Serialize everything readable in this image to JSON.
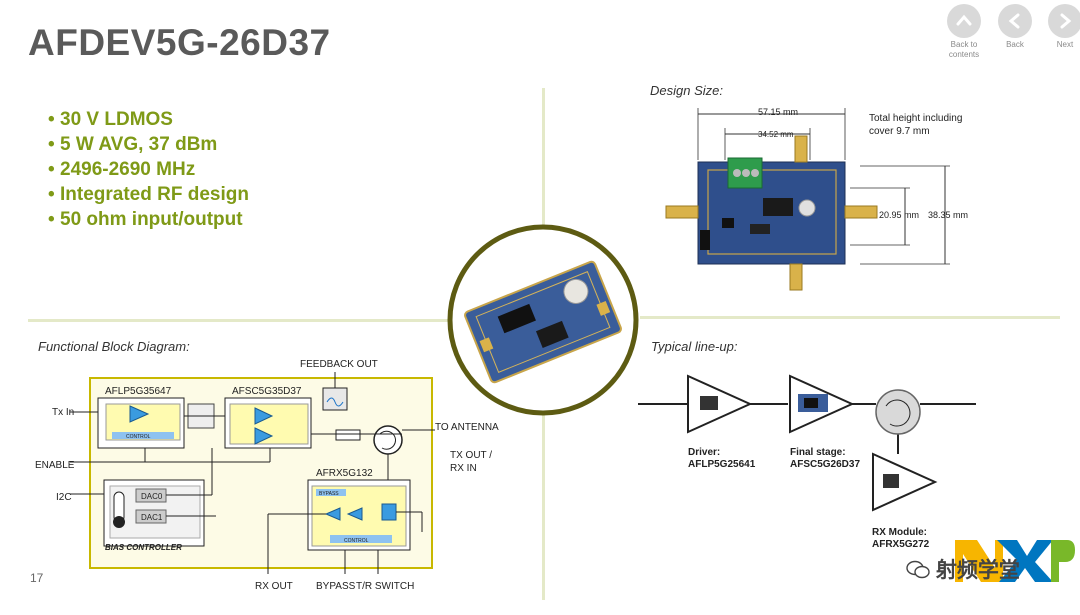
{
  "slide": {
    "title": "AFDEV5G-26D37",
    "page_number": "17",
    "nav": {
      "back_to_contents": "Back to contents",
      "back": "Back",
      "next": "Next"
    },
    "features": [
      "30 V LDMOS",
      "5 W AVG, 37 dBm",
      "2496-2690 MHz",
      "Integrated RF design",
      "50 ohm input/output"
    ],
    "accent_color": "#7f9a17"
  },
  "design_size": {
    "label": "Design Size:",
    "width_outer": "57.15 mm",
    "width_inner": "34.52 mm",
    "height_inner": "20.95 mm",
    "height_outer": "38.35 mm",
    "note_line1": "Total height including",
    "note_line2": "cover 9.7 mm"
  },
  "block_diagram": {
    "label": "Functional Block Diagram:",
    "feedback_out": "FEEDBACK OUT",
    "tx_in": "Tx In",
    "enable": "ENABLE",
    "i2c": "I2C",
    "to_antenna": "TO ANTENNA",
    "tx_out": "TX OUT /",
    "rx_in": "RX IN",
    "rx_out": "RX OUT",
    "bypass": "BYPASS",
    "tr_switch": "T/R SWITCH",
    "block1": "AFLP5G35647",
    "block2": "AFSC5G35D37",
    "block3": "AFRX5G132",
    "control": "CONTROL",
    "bypass_small": "BYPASS",
    "dac0": "DAC0",
    "dac1": "DAC1",
    "bias_controller": "BIAS CONTROLLER"
  },
  "lineup": {
    "label": "Typical line-up:",
    "driver_title": "Driver:",
    "driver_part": "AFLP5G25641",
    "final_title": "Final stage:",
    "final_part": "AFSC5G26D37",
    "rx_title": "RX Module:",
    "rx_part": "AFRX5G272"
  },
  "footer": {
    "watermark": "射频学堂"
  }
}
